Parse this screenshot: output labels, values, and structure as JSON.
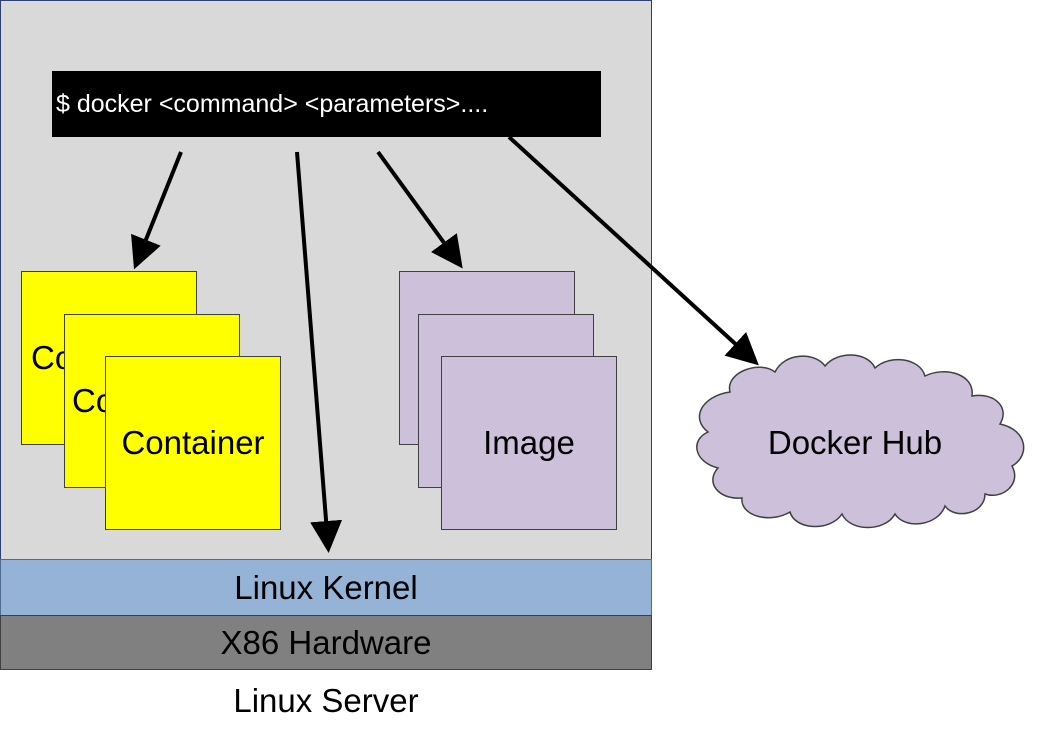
{
  "diagram": {
    "command": "$ docker <command> <parameters>....",
    "containers": [
      "Co",
      "Co",
      "Container"
    ],
    "images": [
      "",
      "",
      "Image"
    ],
    "kernel": "Linux Kernel",
    "hardware": "X86 Hardware",
    "server_label": "Linux Server",
    "hub": "Docker Hub"
  },
  "colors": {
    "server_bg": "#d9d9d9",
    "command_bg": "#000000",
    "container": "#ffff00",
    "image": "#ccc0da",
    "kernel": "#95b3d7",
    "hardware": "#808080",
    "cloud": "#ccc0da"
  }
}
